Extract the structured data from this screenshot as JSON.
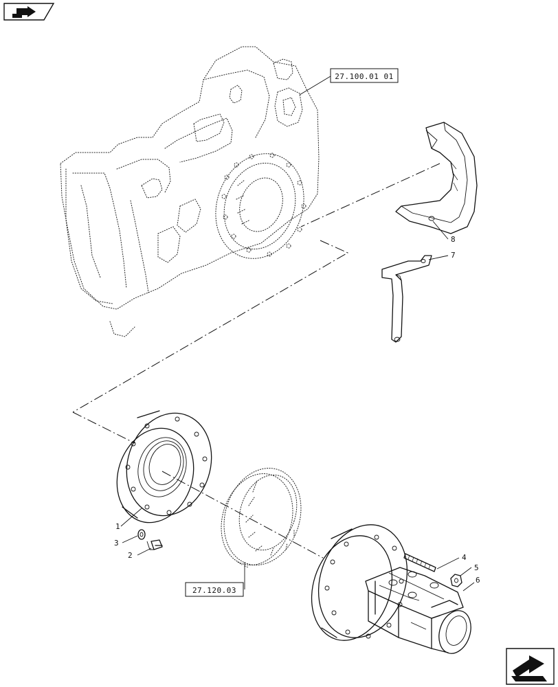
{
  "icons": {
    "top_left": "nav-back-icon",
    "bottom_right": "nav-next-icon"
  },
  "references": [
    {
      "id": "ref-transmission-housing",
      "label": "27.100.01 01"
    },
    {
      "id": "ref-ring-gear",
      "label": "27.120.03"
    }
  ],
  "callouts": [
    {
      "id": "1",
      "label": "1"
    },
    {
      "id": "2",
      "label": "2"
    },
    {
      "id": "3",
      "label": "3"
    },
    {
      "id": "4",
      "label": "4"
    },
    {
      "id": "5",
      "label": "5"
    },
    {
      "id": "6",
      "label": "6"
    },
    {
      "id": "7",
      "label": "7"
    },
    {
      "id": "8",
      "label": "8"
    }
  ]
}
